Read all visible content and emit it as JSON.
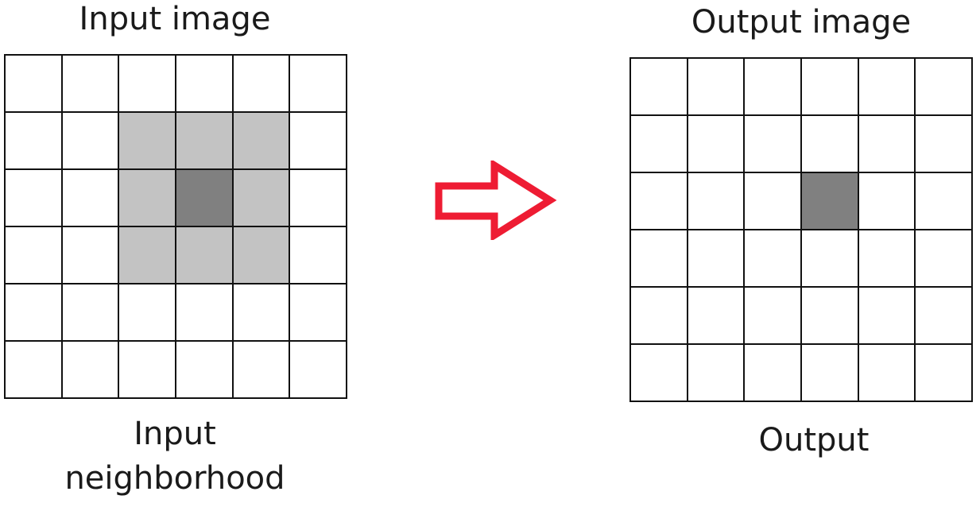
{
  "input": {
    "title": "Input image",
    "caption_line1": "Input",
    "caption_line2": "neighborhood",
    "rows": 6,
    "cols": 6,
    "neighborhood": {
      "rows": [
        1,
        3
      ],
      "cols": [
        2,
        4
      ]
    },
    "center": {
      "row": 2,
      "col": 3
    }
  },
  "output": {
    "title": "Output image",
    "caption": "Output",
    "rows": 6,
    "cols": 6,
    "center": {
      "row": 2,
      "col": 3
    }
  },
  "colors": {
    "neighborhood": "#c3c3c3",
    "center": "#808080",
    "arrow": "#ee1c33"
  },
  "arrow_icon": "right-arrow-outline-icon"
}
